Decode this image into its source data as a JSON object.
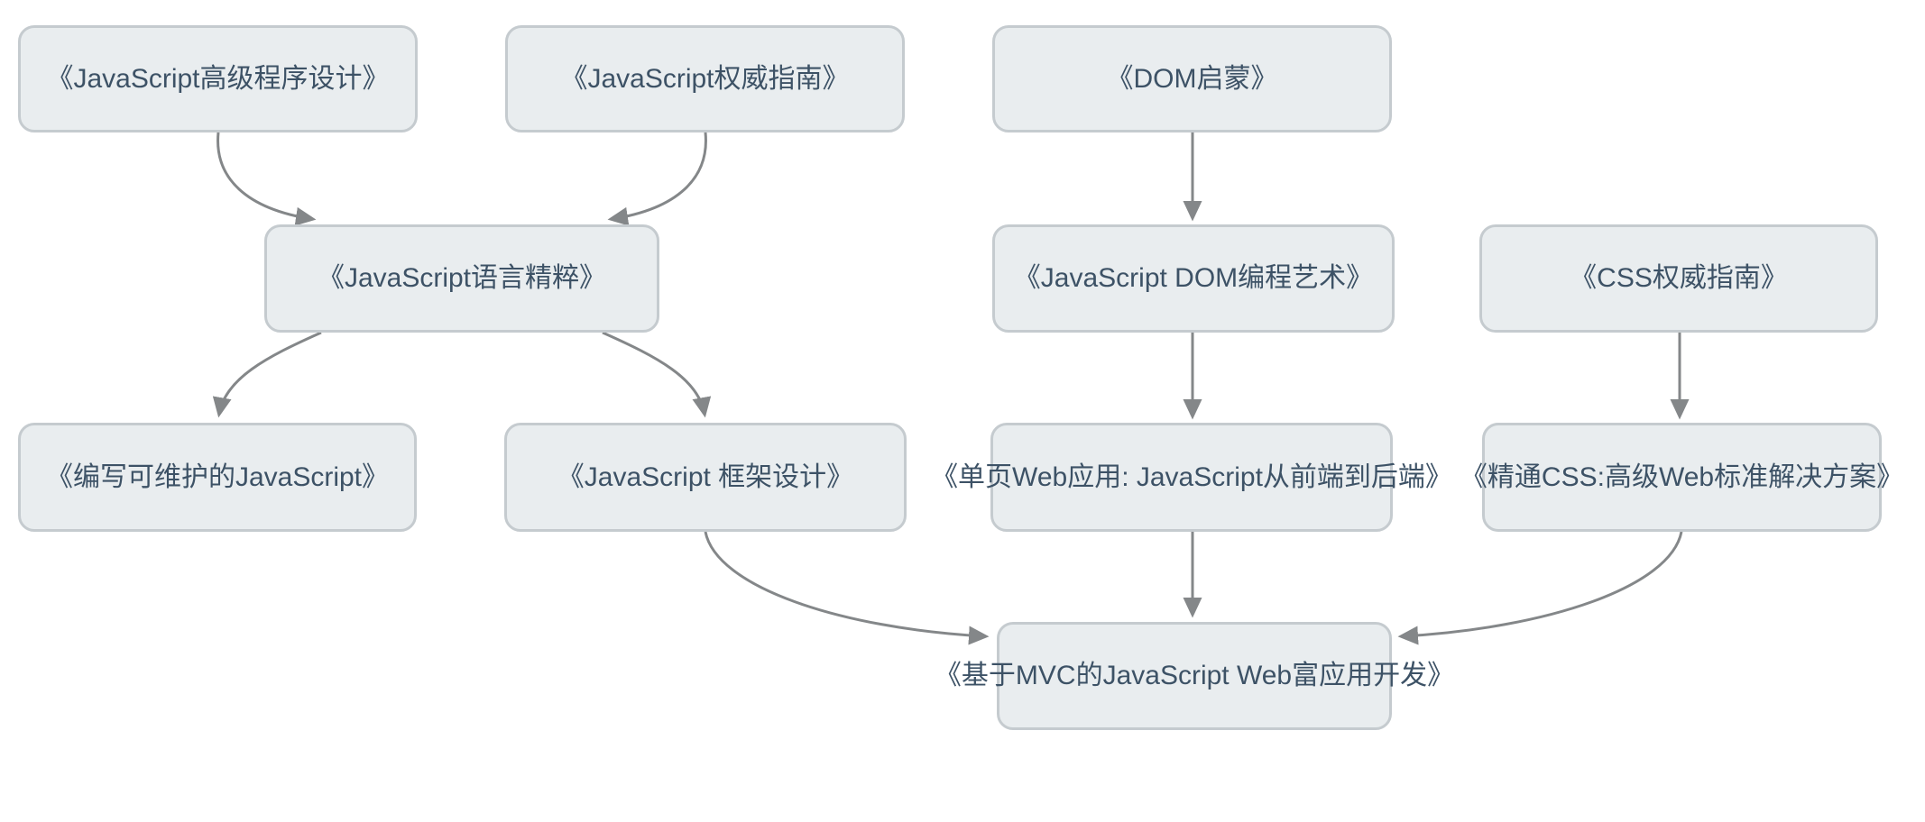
{
  "diagram": {
    "title": "JavaScript books learning-path flowchart",
    "colors": {
      "background": "#ffffff",
      "node_fill": "#e9edef",
      "node_border": "#c5cbcf",
      "node_text": "#3d5266",
      "arrow": "#848789"
    },
    "nodes": [
      {
        "id": "js-advanced",
        "label": "《JavaScript高级程序设计》"
      },
      {
        "id": "js-definitive",
        "label": "《JavaScript权威指南》"
      },
      {
        "id": "dom-enlightenment",
        "label": "《DOM启蒙》"
      },
      {
        "id": "js-good-parts",
        "label": "《JavaScript语言精粹》"
      },
      {
        "id": "js-dom-art",
        "label": "《JavaScript DOM编程艺术》"
      },
      {
        "id": "css-definitive",
        "label": "《CSS权威指南》"
      },
      {
        "id": "maintainable-js",
        "label": "《编写可维护的JavaScript》"
      },
      {
        "id": "js-framework-design",
        "label": "《JavaScript 框架设计》"
      },
      {
        "id": "spa-web-app",
        "label": "《单页Web应用: JavaScript从前端到后端》"
      },
      {
        "id": "css-mastery",
        "label": "《精通CSS:高级Web标准解决方案》"
      },
      {
        "id": "mvc-rich-app",
        "label": "《基于MVC的JavaScript Web富应用开发》"
      }
    ],
    "edges": [
      {
        "from": "js-advanced",
        "to": "js-good-parts"
      },
      {
        "from": "js-definitive",
        "to": "js-good-parts"
      },
      {
        "from": "dom-enlightenment",
        "to": "js-dom-art"
      },
      {
        "from": "js-good-parts",
        "to": "maintainable-js"
      },
      {
        "from": "js-good-parts",
        "to": "js-framework-design"
      },
      {
        "from": "js-dom-art",
        "to": "spa-web-app"
      },
      {
        "from": "css-definitive",
        "to": "css-mastery"
      },
      {
        "from": "js-framework-design",
        "to": "mvc-rich-app"
      },
      {
        "from": "spa-web-app",
        "to": "mvc-rich-app"
      },
      {
        "from": "css-mastery",
        "to": "mvc-rich-app"
      }
    ]
  }
}
